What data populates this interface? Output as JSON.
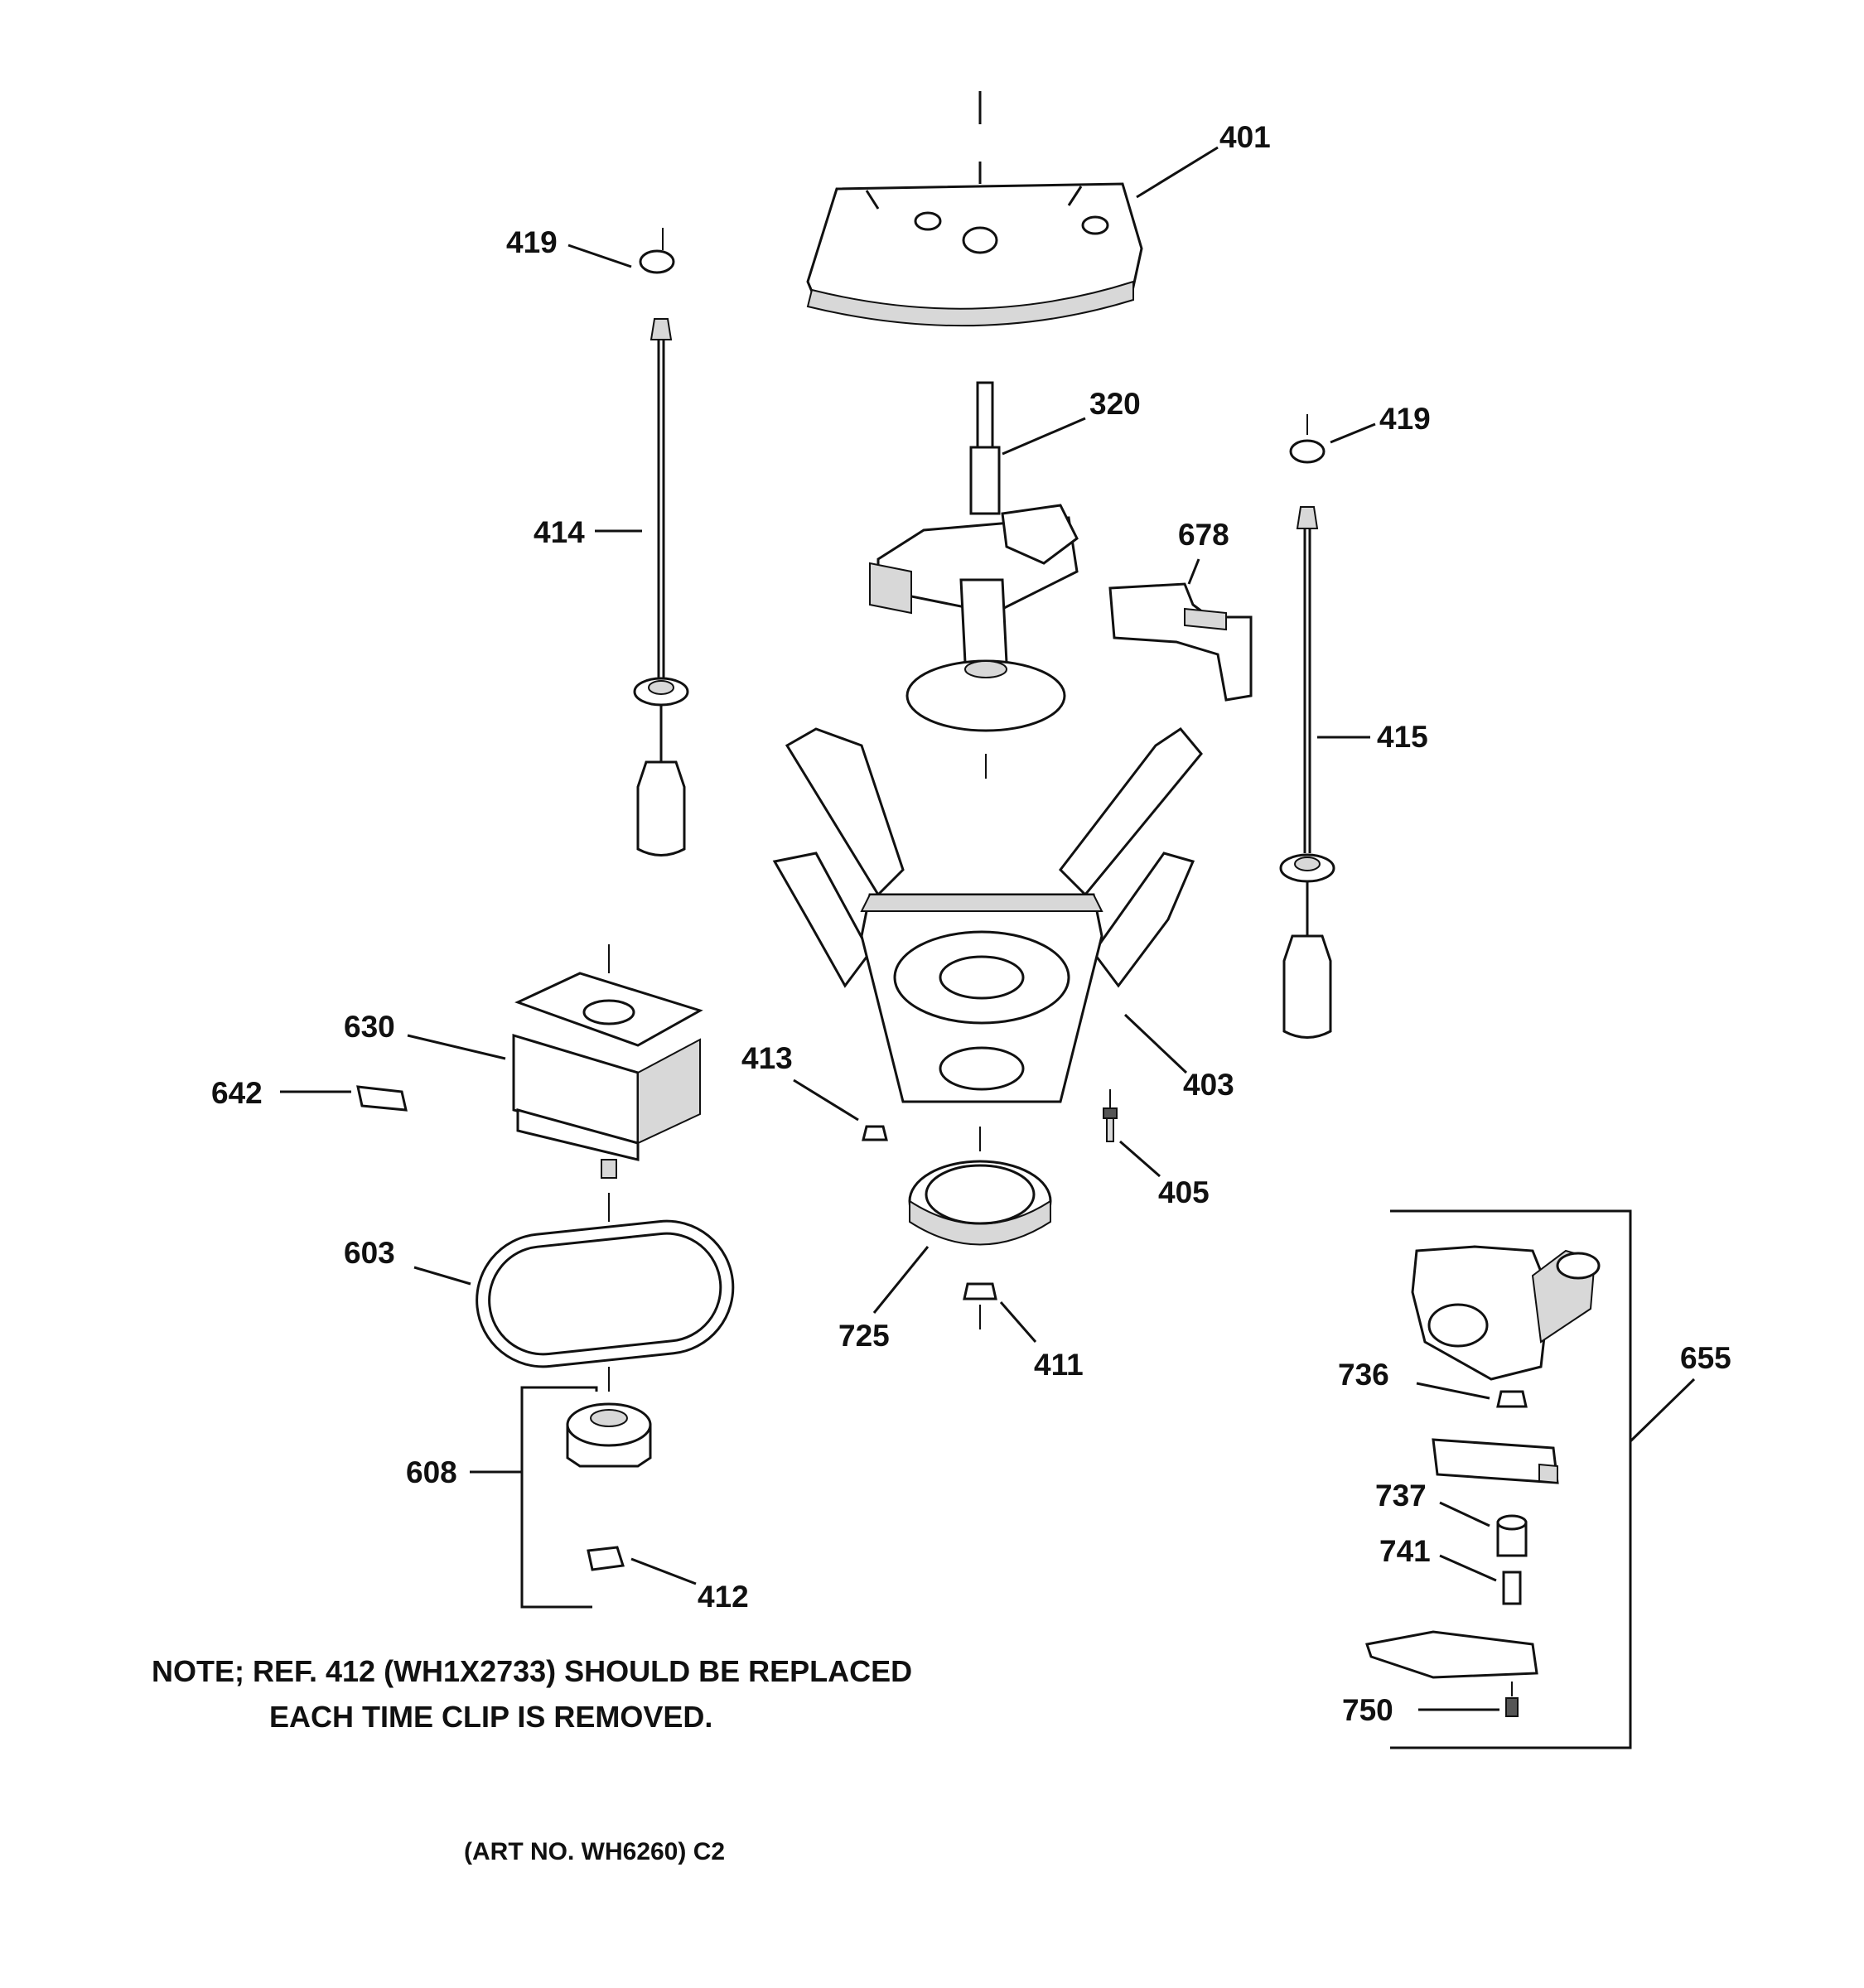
{
  "callouts": {
    "c401": "401",
    "c419a": "419",
    "c419b": "419",
    "c320": "320",
    "c414": "414",
    "c678": "678",
    "c415": "415",
    "c630": "630",
    "c642": "642",
    "c413": "413",
    "c403": "403",
    "c405": "405",
    "c603": "603",
    "c725": "725",
    "c411": "411",
    "c655": "655",
    "c736": "736",
    "c608": "608",
    "c737": "737",
    "c741": "741",
    "c412": "412",
    "c750": "750"
  },
  "note": {
    "line1": "NOTE; REF. 412 (WH1X2733) SHOULD BE REPLACED",
    "line2": "EACH TIME CLIP IS REMOVED."
  },
  "art_number": "(ART NO. WH6260) C2"
}
